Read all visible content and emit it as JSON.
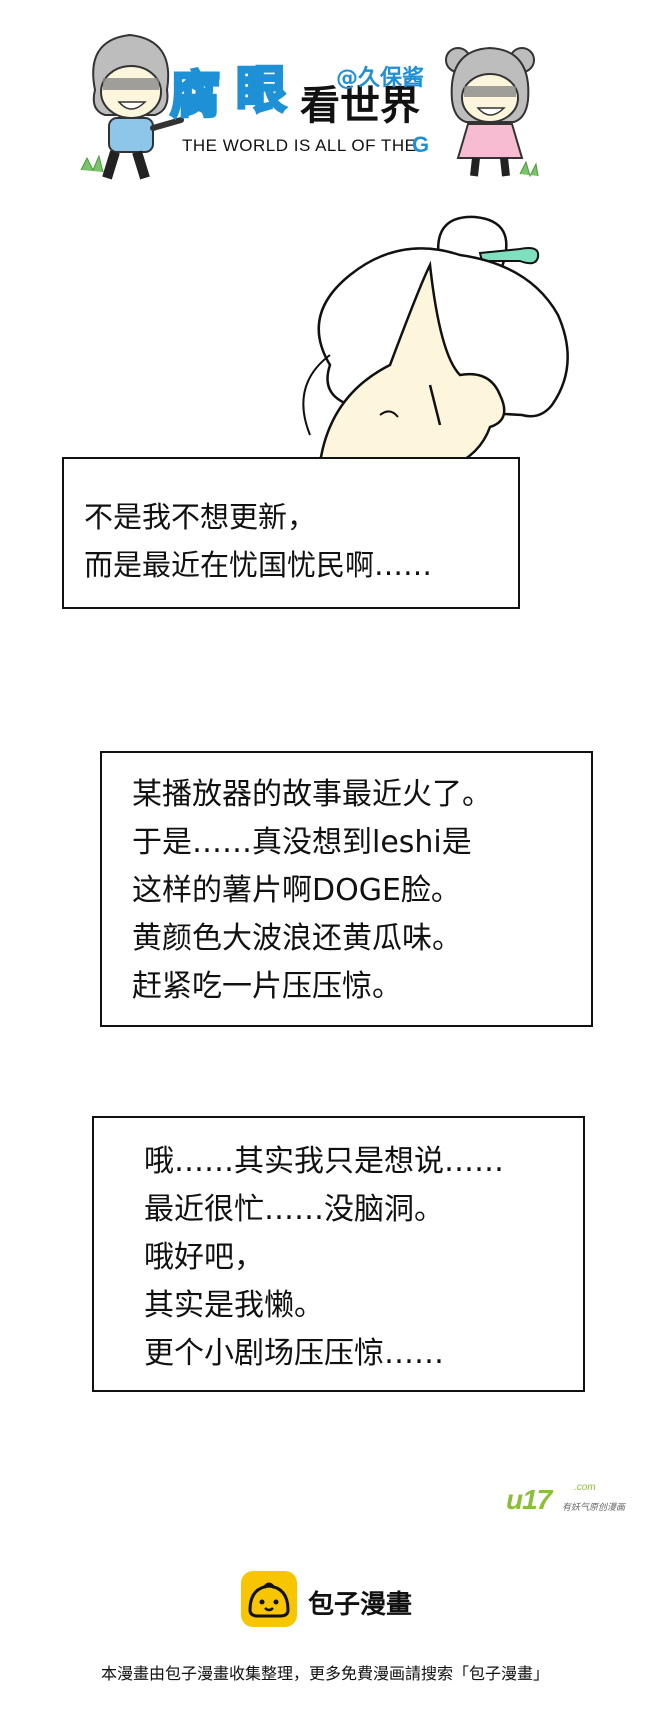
{
  "header": {
    "logo_part1": "腐",
    "logo_part2": "眼",
    "logo_part3": "看世界",
    "author": "@久保酱",
    "subtitle": "THE WORLD IS ALL OF THE",
    "subtitle_mark": "G"
  },
  "bubbles": [
    {
      "lines": [
        "不是我不想更新，",
        "而是最近在忧国忧民啊……"
      ]
    },
    {
      "lines": [
        "某播放器的故事最近火了。",
        "于是……真没想到leshi是",
        "这样的薯片啊DOGE脸。",
        "黄颜色大波浪还黄瓜味。",
        "赶紧吃一片压压惊。"
      ]
    },
    {
      "lines": [
        "哦……其实我只是想说……",
        "最近很忙……没脑洞。",
        "哦好吧，",
        "其实是我懒。",
        "更个小剧场压压惊……"
      ]
    }
  ],
  "watermark": {
    "logo": "u17",
    "logo_suffix": ".com",
    "tagline": "有妖气原创漫画"
  },
  "brand": {
    "name": "包子漫畫",
    "icon": "bun-mascot-icon"
  },
  "footer_note": "本漫畫由包子漫畫收集整理，更多免費漫画請搜索「包子漫畫」",
  "colors": {
    "logo_blue": "#1e90d6",
    "u17_green": "#8bbf3a",
    "brand_yellow": "#f7c600",
    "skin": "#fdf5dc"
  }
}
